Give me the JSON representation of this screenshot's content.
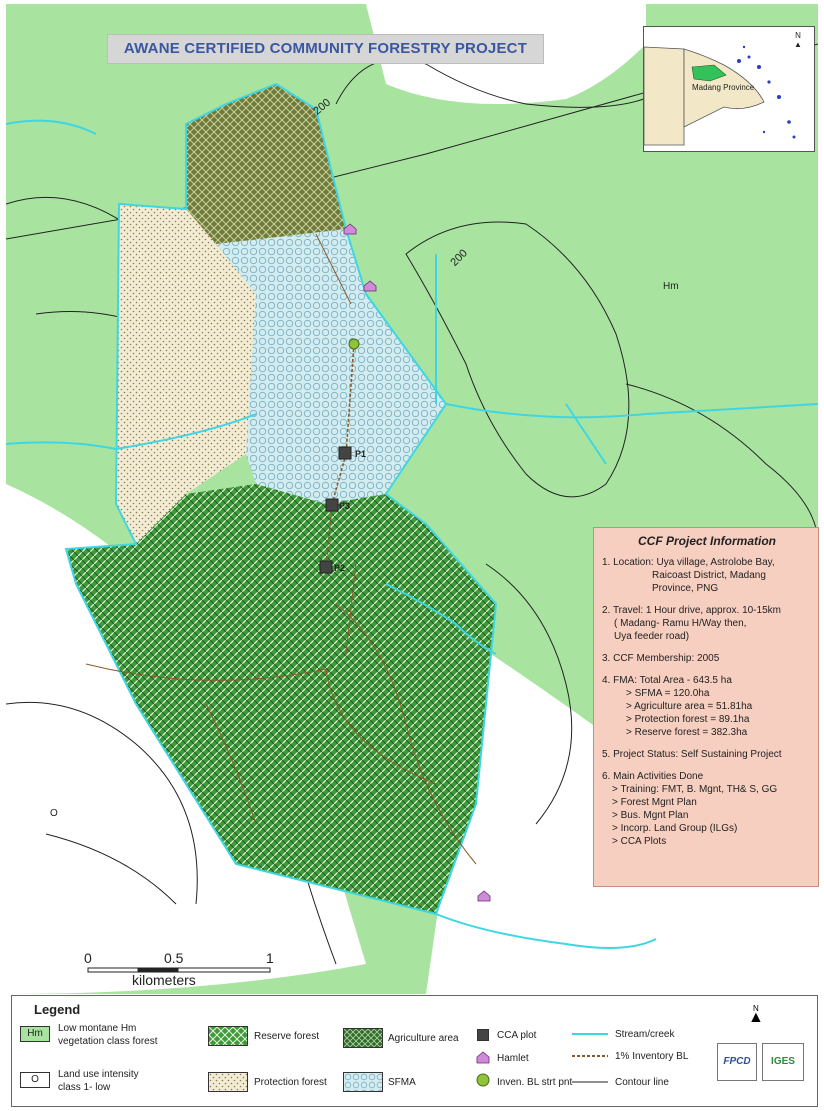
{
  "title": "AWANE CERTIFIED COMMUNITY FORESTRY PROJECT",
  "inset": {
    "label": "Madang Province",
    "north": "N"
  },
  "contour_labels": [
    "200",
    "200"
  ],
  "zone_labels": {
    "hm": "Hm",
    "o": "O"
  },
  "plots": [
    "P1",
    "P3",
    "P2"
  ],
  "info": {
    "heading": "CCF Project Information",
    "location_a": "1. Location: Uya village, Astrolobe Bay,",
    "location_b": "Raicoast District, Madang",
    "location_c": "Province, PNG",
    "travel_a": "2. Travel: 1 Hour drive, approx. 10-15km",
    "travel_b": "( Madang- Ramu H/Way then,",
    "travel_c": "Uya feeder road)",
    "membership": "3. CCF Membership: 2005",
    "fma_head": "4. FMA: Total Area - 643.5 ha",
    "fma_items": [
      "> SFMA = 120.0ha",
      "> Agriculture area = 51.81ha",
      "> Protection forest = 89.1ha",
      "> Reserve forest = 382.3ha"
    ],
    "status": "5. Project Status: Self Sustaining Project",
    "activities_head": "6. Main Activities Done",
    "activities": [
      "> Training: FMT, B. Mgnt, TH& S, GG",
      "> Forest Mgnt Plan",
      "> Bus. Mgnt Plan",
      "> Incorp. Land Group (ILGs)",
      "> CCA Plots"
    ]
  },
  "scale": {
    "ticks": [
      "0",
      "0.5",
      "1"
    ],
    "unit": "kilometers"
  },
  "legend": {
    "title": "Legend",
    "hm_code": "Hm",
    "hm_text_a": "Low montane Hm",
    "hm_text_b": "vegetation class forest",
    "o_code": "O",
    "o_text_a": "Land use intensity",
    "o_text_b": "class 1- low",
    "reserve": "Reserve forest",
    "protection": "Protection forest",
    "agriculture": "Agriculture area",
    "sfma": "SFMA",
    "cca": "CCA plot",
    "hamlet": "Hamlet",
    "inven": "Inven. BL strt pnt",
    "stream": "Stream/creek",
    "inventory": "1% Inventory BL",
    "contour": "Contour line",
    "north": "N",
    "logo1": "FPCD",
    "logo2": "IGES"
  },
  "colors": {
    "hm_green": "#a8e4a0",
    "stream": "#3fd6e3",
    "reserve": "#3f9b3a",
    "agriculture": "#6e7a3a",
    "sfma": "#d2ecef",
    "protection": "#f3ecd5",
    "info_bg": "#f7cfc0",
    "title_text": "#3a57a0"
  }
}
